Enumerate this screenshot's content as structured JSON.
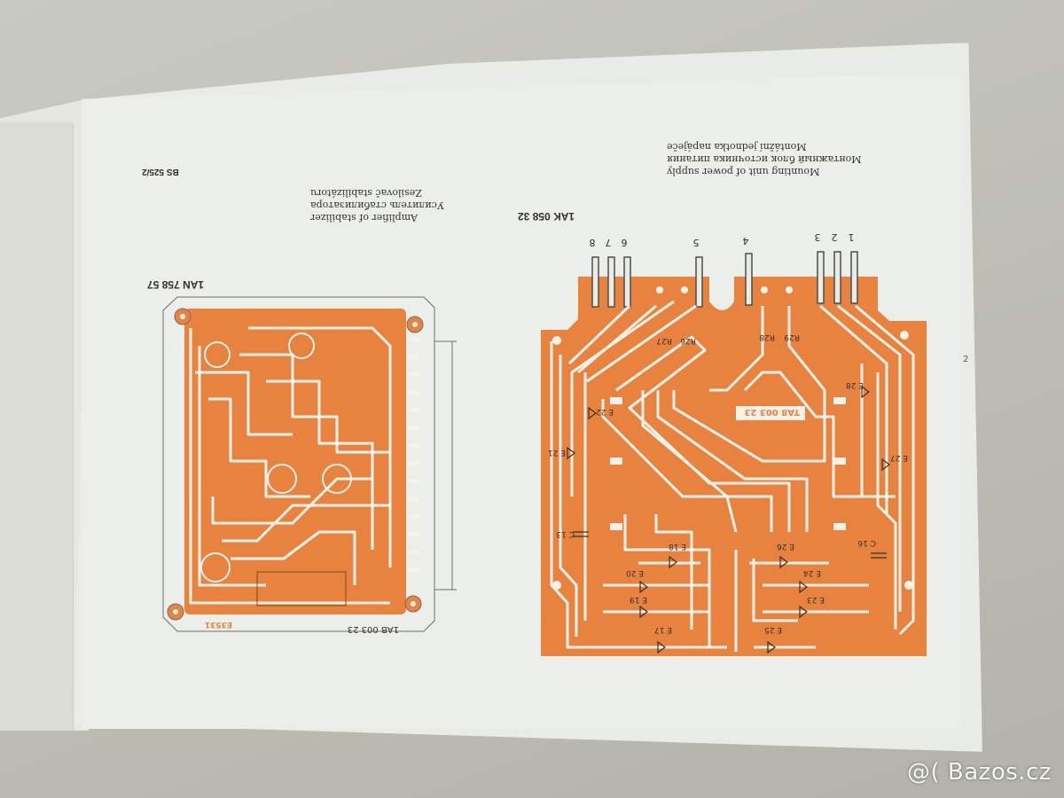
{
  "left_board": {
    "code": "1AN 758 57",
    "series": "BS 525/2",
    "caption_lines": [
      "Zesilovač stabilizátoru",
      "Усилитель стабилизатора",
      "Amplifier of stabilizer"
    ],
    "bottom_code": "1AB 003 23",
    "bottom_mark": "E3531"
  },
  "right_board": {
    "code": "1AK 058 32",
    "caption_lines": [
      "Montážní jednotka napáječe",
      "Монтажный блок источника питания",
      "Mounting unit of power supply"
    ],
    "pins": [
      "1",
      "2",
      "3",
      "4",
      "5",
      "6",
      "7",
      "8"
    ],
    "board_mark": "TA8 003 23",
    "components": [
      "R26",
      "R27",
      "R28",
      "R29",
      "E 28",
      "E 27",
      "E 22",
      "E 21",
      "C 13",
      "C 16",
      "E 18",
      "E 26",
      "E 20",
      "E 19",
      "E 24",
      "E 23",
      "E 17",
      "E 25"
    ]
  },
  "page_number": "2",
  "watermark": "@( Bazos.cz",
  "colors": {
    "copper": "#e8833f",
    "trace": "#f4f2ea",
    "outline": "#6f6f6a"
  }
}
